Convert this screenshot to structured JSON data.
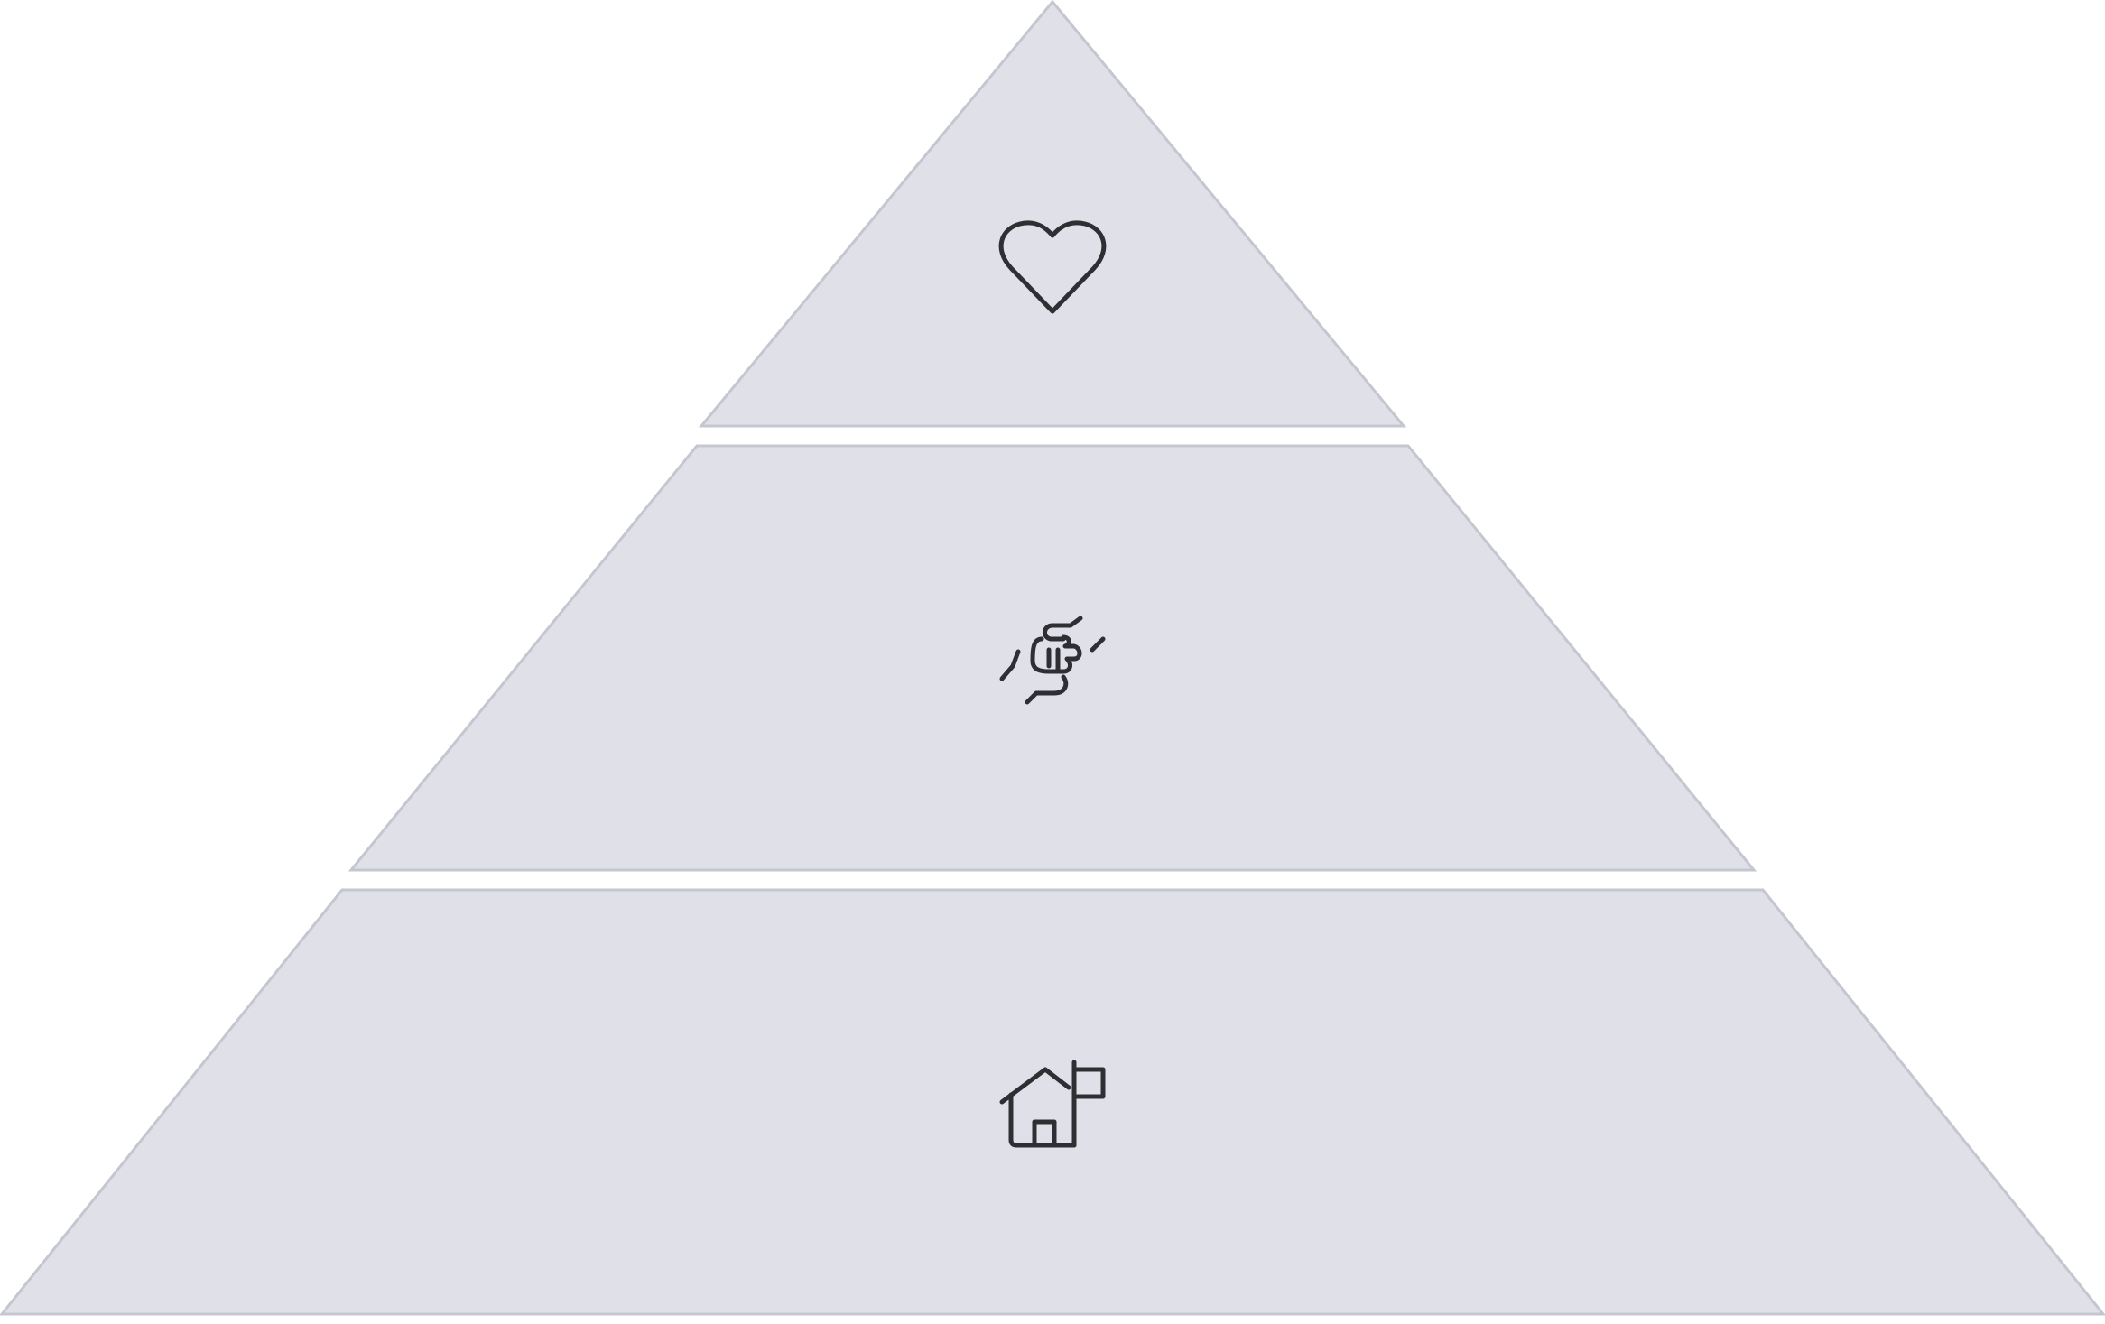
{
  "diagram": {
    "type": "pyramid",
    "colors": {
      "tier_fill": "#e0e1e8",
      "tier_border": "#c4c6d0",
      "icon_stroke": "#2f2f33",
      "background": "#ffffff"
    },
    "tiers": [
      {
        "level": "top",
        "icon": "heart-icon"
      },
      {
        "level": "middle",
        "icon": "handshake-icon"
      },
      {
        "level": "bottom",
        "icon": "home-flag-icon"
      }
    ]
  }
}
